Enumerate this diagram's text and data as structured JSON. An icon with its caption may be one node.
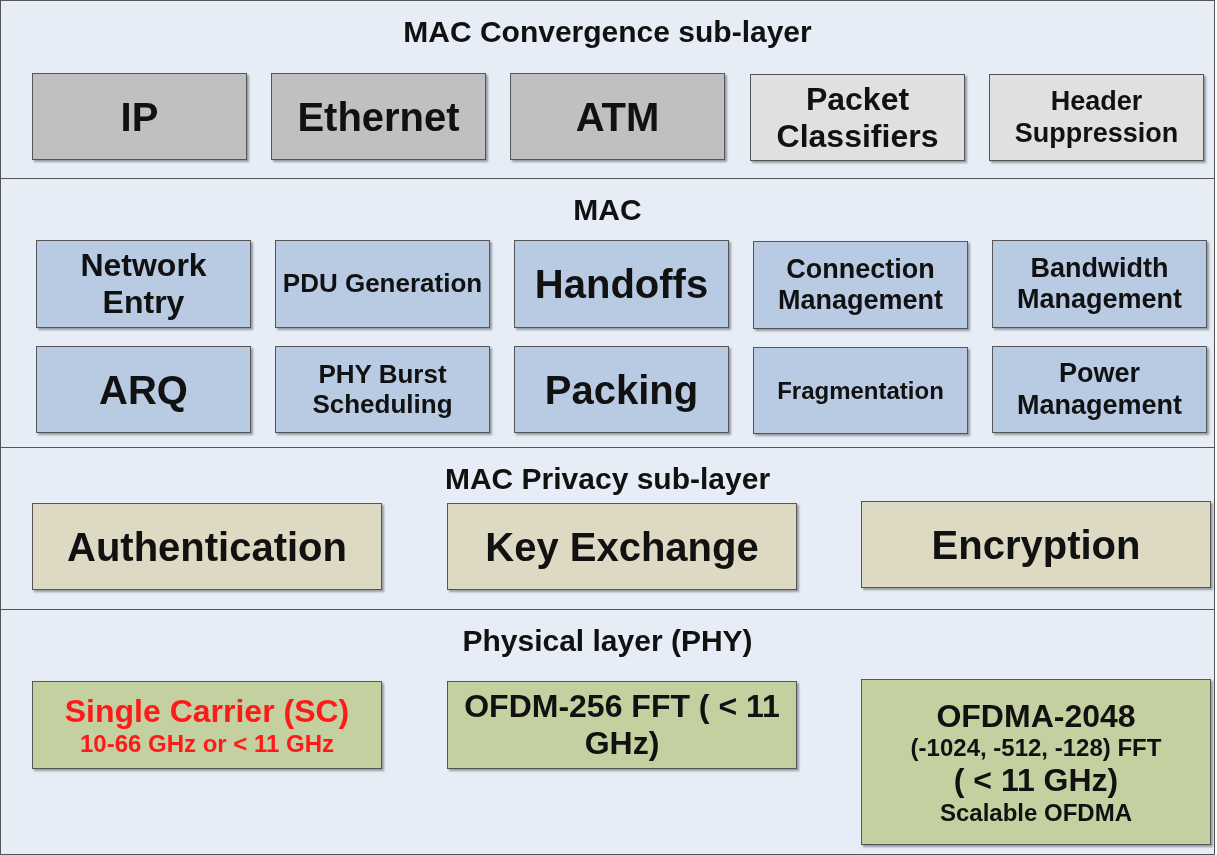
{
  "diagram": {
    "nodes": [
      {
        "text": [
          "MAC Convergence sub-layer"
        ]
      },
      {
        "text": [
          "IP"
        ],
        "in": 0
      },
      {
        "text": [
          "Ethernet"
        ],
        "in": 0
      },
      {
        "text": [
          "ATM"
        ],
        "in": 0
      },
      {
        "text": [
          "Packet Classifiers"
        ],
        "in": 0
      },
      {
        "text": [
          "Header Suppression"
        ],
        "in": 0
      },
      {
        "text": [
          "MAC"
        ]
      },
      {
        "text": [
          "Network Entry"
        ],
        "in": 6
      },
      {
        "text": [
          "PDU Generation"
        ],
        "in": 6
      },
      {
        "text": [
          "Handoffs"
        ],
        "in": 6
      },
      {
        "text": [
          "Connection Management"
        ],
        "in": 6
      },
      {
        "text": [
          "Bandwidth Management"
        ],
        "in": 6
      },
      {
        "text": [
          "ARQ"
        ],
        "in": 6
      },
      {
        "text": [
          "PHY Burst Scheduling"
        ],
        "in": 6
      },
      {
        "text": [
          "Packing"
        ],
        "in": 6
      },
      {
        "text": [
          "Fragmentation"
        ],
        "in": 6
      },
      {
        "text": [
          "Power Management"
        ],
        "in": 6
      },
      {
        "text": [
          "MAC Privacy sub-layer"
        ]
      },
      {
        "text": [
          "Authentication"
        ],
        "in": 17
      },
      {
        "text": [
          "Key Exchange"
        ],
        "in": 17
      },
      {
        "text": [
          "Encryption"
        ],
        "in": 17
      },
      {
        "text": [
          "Physical layer (PHY)"
        ]
      },
      {
        "text": [
          "Single Carrier (SC)",
          "10-66 GHz or < 11 GHz"
        ],
        "in": 21
      },
      {
        "text": [
          "OFDM-256 FFT ( < 11 GHz)"
        ],
        "in": 21
      },
      {
        "text": [
          "OFDMA-2048",
          "(-1024, -512, -128) FFT",
          "( < 11 GHz)",
          "Scalable OFDMA"
        ],
        "in": 21
      }
    ]
  }
}
